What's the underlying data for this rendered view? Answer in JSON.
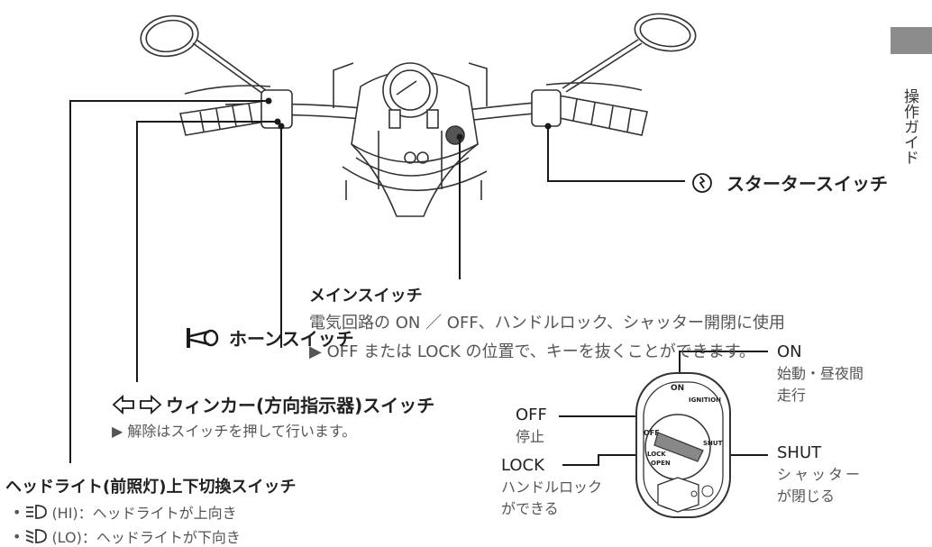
{
  "side_tab": {
    "label": "操作ガイド"
  },
  "starter": {
    "title": "スタータースイッチ"
  },
  "main_switch": {
    "title": "メインスイッチ",
    "desc": "電気回路の ON ／ OFF、ハンドルロック、シャッター開閉に使用",
    "note": "▶ OFF または LOCK の位置で、キーを抜くことができます。"
  },
  "horn": {
    "title": "ホーンスイッチ"
  },
  "winker": {
    "title": "ウィンカー(方向指示器)スイッチ",
    "note": "▶ 解除はスイッチを押して行います。"
  },
  "headlight": {
    "title": "ヘッドライト(前照灯)上下切換スイッチ",
    "hi": "(HI)：ヘッドライトが上向き",
    "lo": "(LO)：ヘッドライトが下向き"
  },
  "key_positions": {
    "on": {
      "label": "ON",
      "desc1": "始動・昼夜間",
      "desc2": "走行"
    },
    "off": {
      "label": "OFF",
      "desc": "停止"
    },
    "shut": {
      "label": "SHUT",
      "desc1": "シャッター",
      "desc2": "が閉じる"
    },
    "lock": {
      "label": "LOCK",
      "desc1": "ハンドルロック",
      "desc2": "ができる"
    }
  },
  "cylinder_marks": {
    "on": "ON",
    "ignition": "IGNITION",
    "off": "OFF",
    "shut": "SHUT",
    "lock": "LOCK",
    "open": "OPEN"
  }
}
